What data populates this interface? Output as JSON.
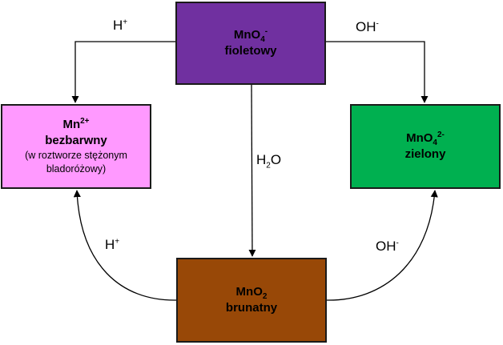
{
  "nodes": {
    "mno4": {
      "formula": "MnO",
      "sub": "4",
      "sup": "-",
      "name": "fioletowy",
      "color": "#7030a0"
    },
    "mn2": {
      "formula": "Mn",
      "sup": "2+",
      "name": "bezbarwny",
      "note_line1": "(w roztworze stężonym",
      "note_line2": "bladoróżowy)",
      "color": "#ff99ff"
    },
    "mno42": {
      "formula": "MnO",
      "sub": "4",
      "sup": "2-",
      "name": "zielony",
      "color": "#00b050"
    },
    "mno2": {
      "formula": "MnO",
      "sub": "2",
      "name": "brunatny",
      "color": "#984807"
    }
  },
  "edges": {
    "top_left": {
      "base": "H",
      "sup": "+"
    },
    "top_right": {
      "base": "OH",
      "sup": "-"
    },
    "middle": {
      "base": "H",
      "sub": "2",
      "after": "O"
    },
    "bottom_left": {
      "base": "H",
      "sup": "+"
    },
    "bottom_right": {
      "base": "OH",
      "sup": "-"
    }
  }
}
